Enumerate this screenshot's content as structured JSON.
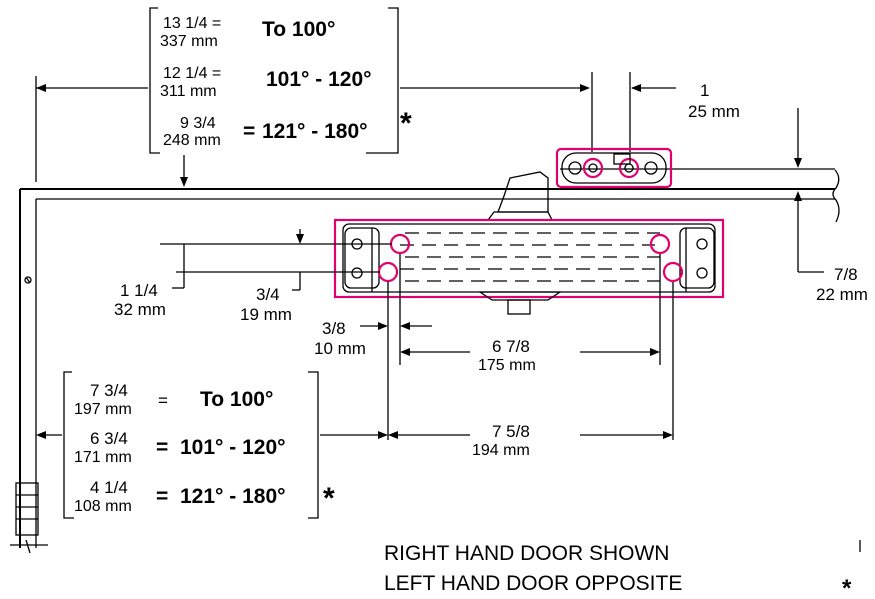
{
  "top_box": {
    "rows": [
      {
        "frac": "13 1/4 =",
        "mm": "337 mm",
        "range": "To 100°",
        "star": ""
      },
      {
        "frac": "12 1/4 =",
        "mm": "311 mm",
        "range": "101° - 120°",
        "star": ""
      },
      {
        "frac": "9 3/4",
        "mm": "248 mm",
        "eq": "=",
        "range": "121° - 180°",
        "star": "*"
      }
    ]
  },
  "bottom_box": {
    "rows": [
      {
        "frac": "7 3/4",
        "mm": "197 mm",
        "eq": "=",
        "range": "To 100°",
        "star": ""
      },
      {
        "frac": "6 3/4",
        "mm": "171 mm",
        "eq": "=",
        "range": "101° - 120°",
        "star": ""
      },
      {
        "frac": "4 1/4",
        "mm": "108 mm",
        "eq": "=",
        "range": "121° - 180°",
        "star": "*"
      }
    ]
  },
  "dims": {
    "d1": {
      "frac": "1",
      "mm": "25 mm"
    },
    "d78": {
      "frac": "7/8",
      "mm": "22 mm"
    },
    "d114": {
      "frac": "1 1/4",
      "mm": "32 mm"
    },
    "d34": {
      "frac": "3/4",
      "mm": "19 mm"
    },
    "d38": {
      "frac": "3/8",
      "mm": "10 mm"
    },
    "d678": {
      "frac": "6 7/8",
      "mm": "175 mm"
    },
    "d758": {
      "frac": "7 5/8",
      "mm": "194 mm"
    }
  },
  "caption": {
    "line1": "RIGHT HAND DOOR SHOWN",
    "line2": "LEFT HAND DOOR OPPOSITE"
  },
  "footnote_star": "*",
  "colors": {
    "highlight": "#e0006e",
    "line": "#000000"
  }
}
